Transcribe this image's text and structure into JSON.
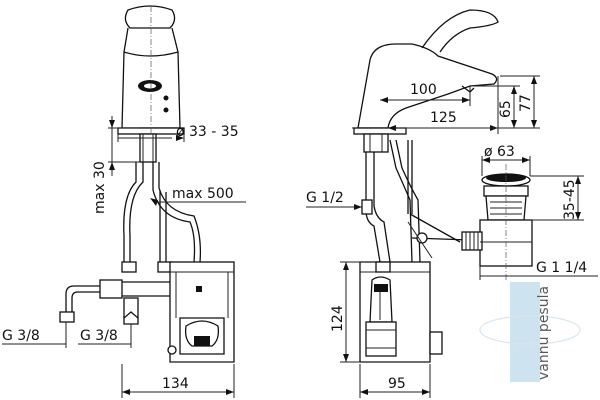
{
  "dimensions": {
    "diameter_33_35": "ø 33 - 35",
    "max_30": "max 30",
    "max_500": "max 500",
    "g_3_8_left": "G 3/8",
    "g_3_8_right": "G 3/8",
    "width_134": "134",
    "length_100": "100",
    "length_125": "125",
    "height_65": "65",
    "height_77": "77",
    "g_1_2": "G 1/2",
    "diameter_63": "ø 63",
    "range_35_45": "35-45",
    "g_1_1_4": "G 1 1/4",
    "height_124": "124",
    "width_95": "95"
  },
  "watermark": {
    "text": "vannu pesula",
    "color": "#9ec6dc"
  },
  "colors": {
    "line": "#111111",
    "background": "#ffffff"
  }
}
